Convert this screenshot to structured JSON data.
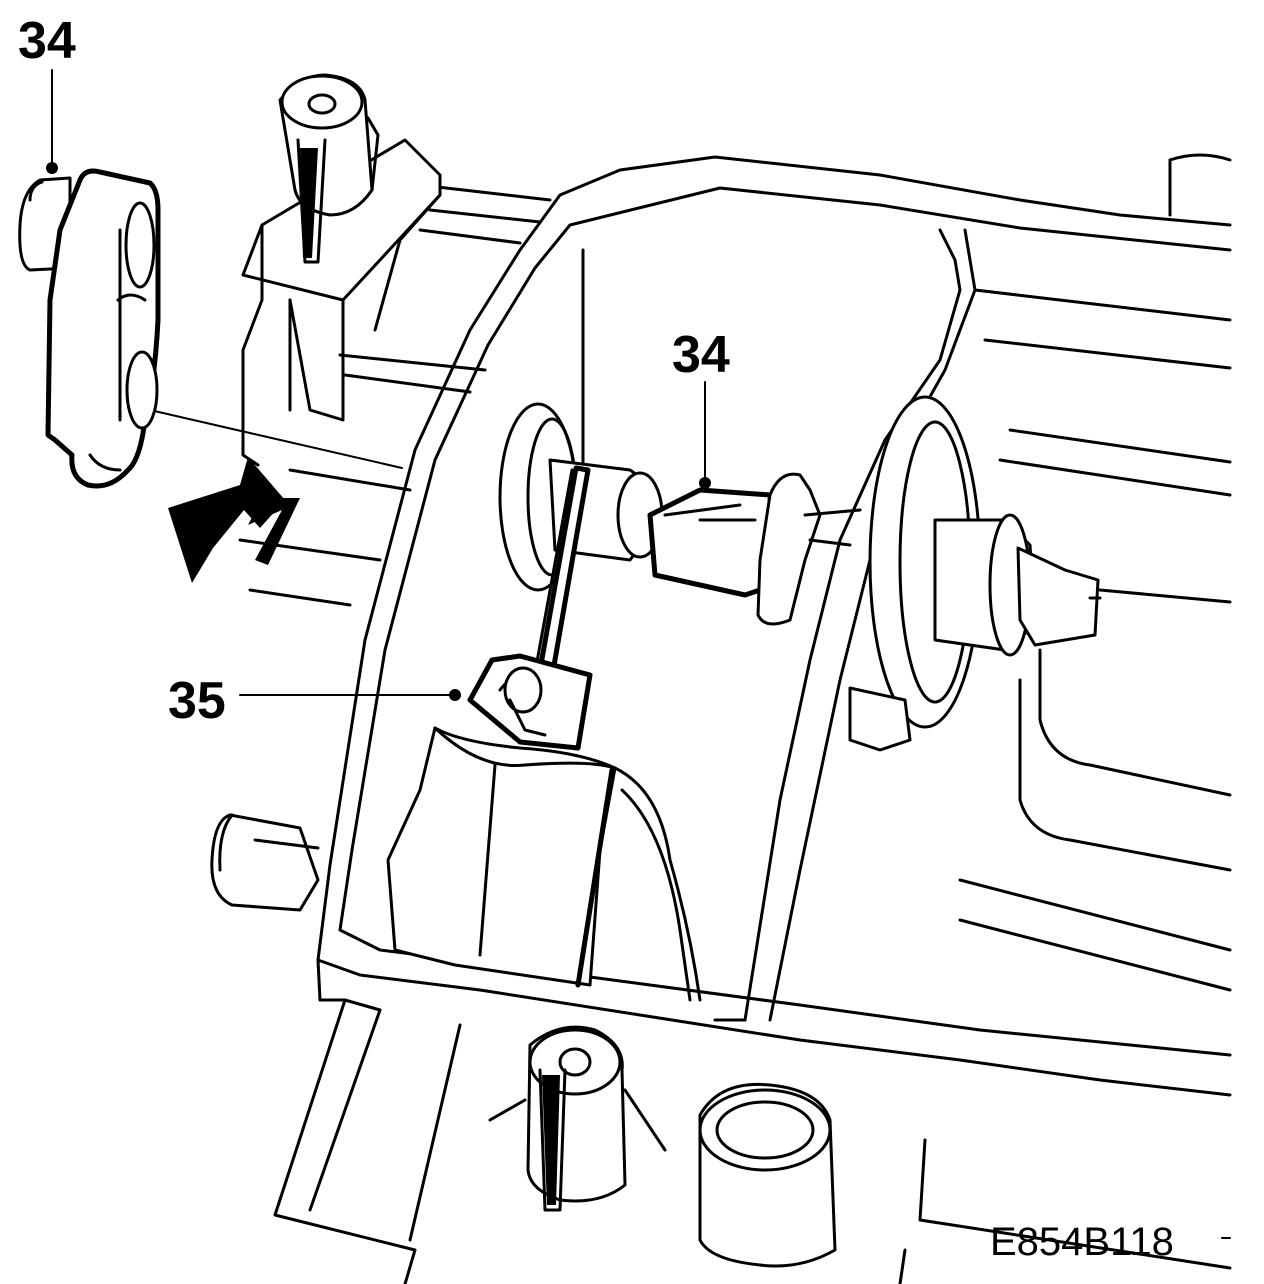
{
  "callouts": [
    {
      "id": "34-left",
      "label": "34"
    },
    {
      "id": "34-center",
      "label": "34"
    },
    {
      "id": "35",
      "label": "35"
    }
  ],
  "drawing_code": "E854B118"
}
